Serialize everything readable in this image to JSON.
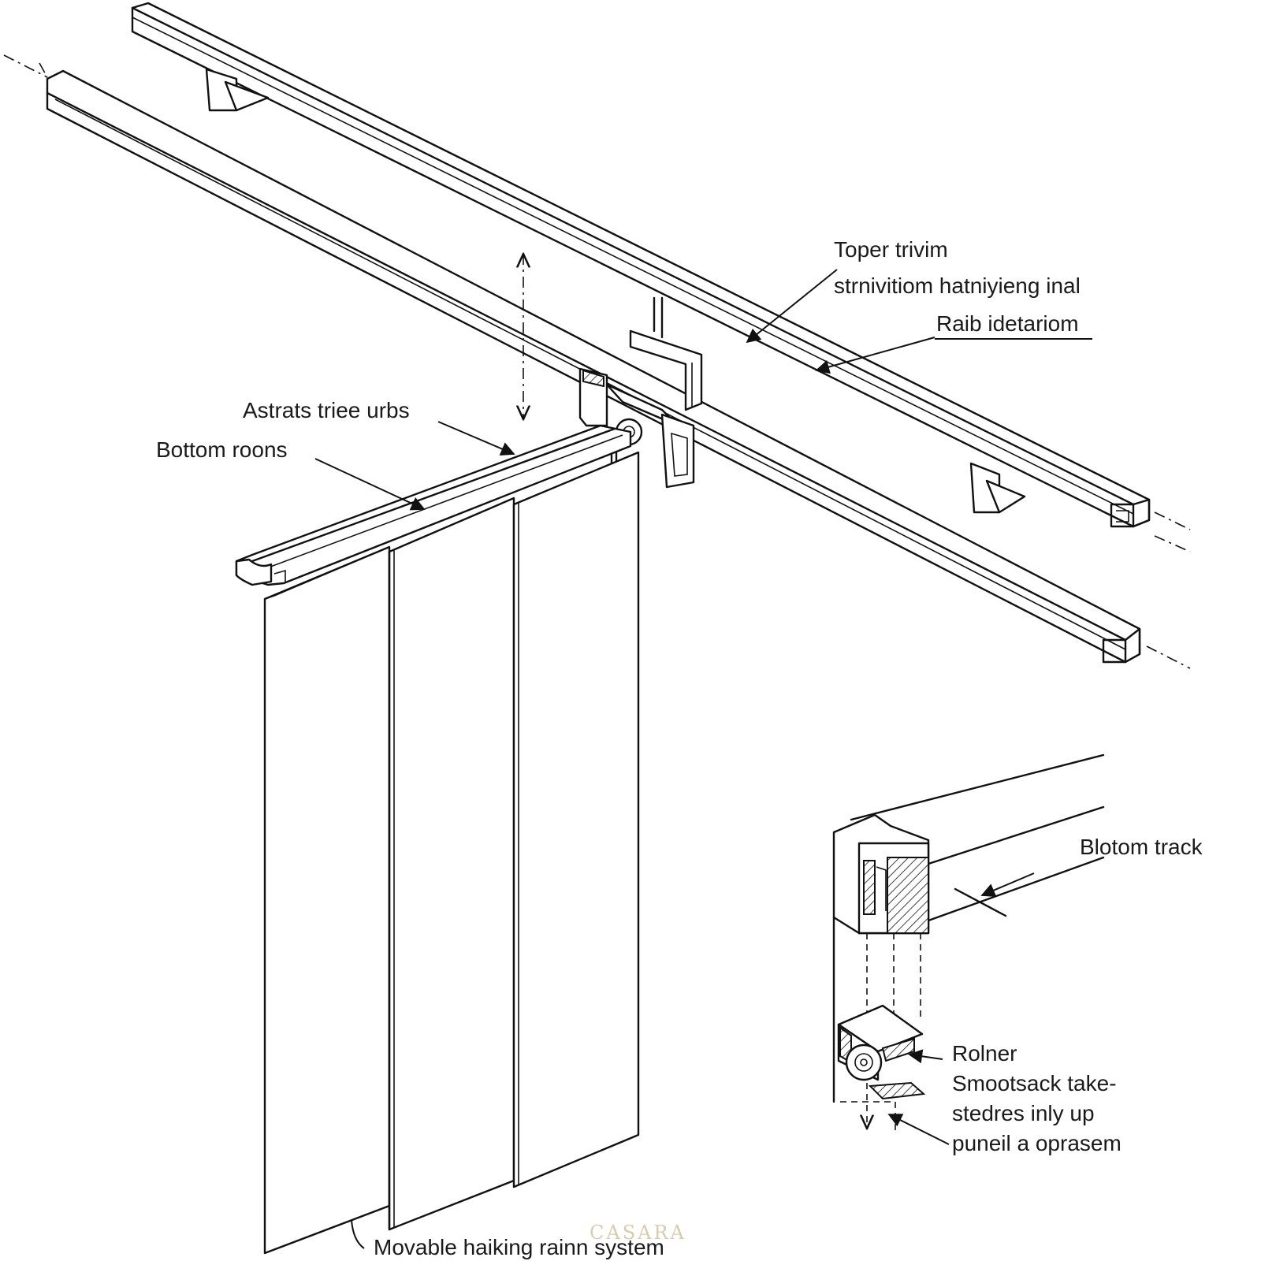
{
  "labels": {
    "top_rail_line1": "Toper trivim",
    "top_rail_line2": "strnivitiom hatniyieng inal",
    "rail_detail": "Raib idetariom",
    "astrats": "Astrats triee urbs",
    "bottom_roons": "Bottom roons",
    "bottom_track": "Blotom track",
    "roller_1": "Rolner",
    "roller_2": "Smootsack take-",
    "roller_3": "stedres inly up",
    "roller_4": "puneil a oprasem",
    "system": "Movable haiking rainn system"
  },
  "watermark": "CASARA"
}
